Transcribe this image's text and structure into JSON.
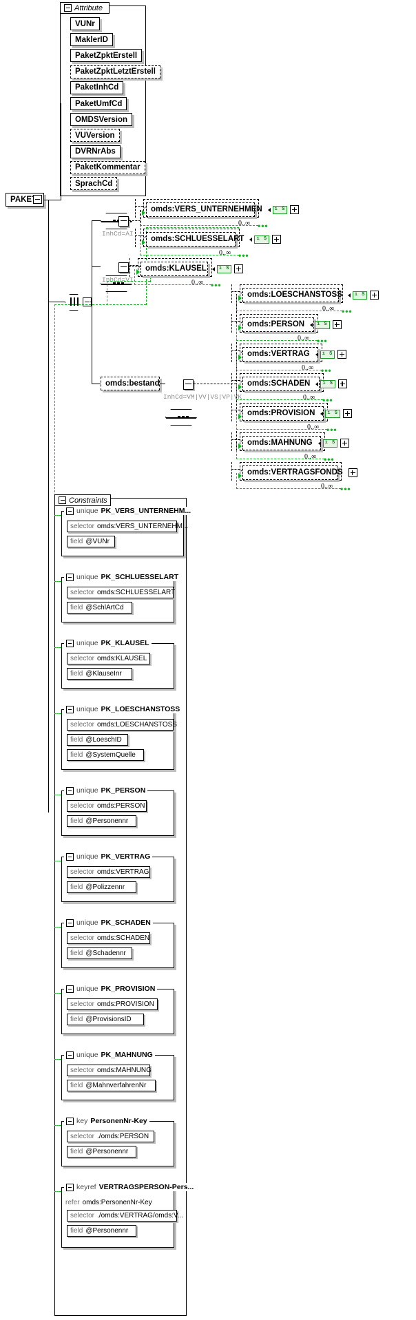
{
  "root": {
    "label": "PAKET"
  },
  "attribute_panel": {
    "title": "Attribute",
    "items": [
      {
        "label": "VUNr",
        "optional": false
      },
      {
        "label": "MaklerID",
        "optional": false
      },
      {
        "label": "PaketZpktErstell",
        "optional": false
      },
      {
        "label": "PaketZpktLetztErstell",
        "optional": true
      },
      {
        "label": "PaketInhCd",
        "optional": false
      },
      {
        "label": "PaketUmfCd",
        "optional": false
      },
      {
        "label": "OMDSVersion",
        "optional": false
      },
      {
        "label": "VUVersion",
        "optional": true
      },
      {
        "label": "DVRNrAbs",
        "optional": false
      },
      {
        "label": "PaketKommentar",
        "optional": true
      },
      {
        "label": "SprachCd",
        "optional": true
      }
    ]
  },
  "content": {
    "groups": [
      {
        "compositor": "sequence",
        "condition": "InhCd=AI",
        "elements": [
          {
            "label": "omds:VERS_UNTERNEHMEN",
            "badge": "i S",
            "occurs": "0..∞"
          },
          {
            "label": "omds:SCHLUESSELART",
            "badge": "i S",
            "occurs": "0..∞"
          }
        ]
      },
      {
        "compositor": "sequence",
        "condition": "InhCd=VI",
        "elements": [
          {
            "label": "omds:KLAUSEL",
            "badge": "i S",
            "occurs": "0..∞"
          }
        ]
      },
      {
        "compositor": "sequence",
        "parent_label": "omds:bestand",
        "condition": "InhCd=VM|VV|VS|VP|VK",
        "elements": [
          {
            "label": "omds:LOESCHANSTOSS",
            "badge": "i S",
            "occurs": "0..∞"
          },
          {
            "label": "omds:PERSON",
            "badge": "i S",
            "occurs": "0..∞"
          },
          {
            "label": "omds:VERTRAG",
            "badge": "i S",
            "occurs": "0..∞"
          },
          {
            "label": "omds:SCHADEN",
            "badge": "i S",
            "occurs": "0..∞"
          },
          {
            "label": "omds:PROVISION",
            "badge": "i S",
            "occurs": "0..∞"
          },
          {
            "label": "omds:MAHNUNG",
            "badge": "i S",
            "occurs": "0..∞"
          },
          {
            "label": "omds:VERTRAGSFONDS",
            "badge": "i S",
            "occurs": "0..∞"
          }
        ]
      }
    ]
  },
  "constraints_panel": {
    "title": "Constraints",
    "items": [
      {
        "kind": "unique",
        "name": "PK_VERS_UNTERNEHM...",
        "rows": [
          {
            "key": "selector",
            "value": "omds:VERS_UNTERNEHM..."
          },
          {
            "key": "field",
            "value": "@VUNr"
          }
        ]
      },
      {
        "kind": "unique",
        "name": "PK_SCHLUESSELART",
        "rows": [
          {
            "key": "selector",
            "value": "omds:SCHLUESSELART"
          },
          {
            "key": "field",
            "value": "@SchlArtCd"
          }
        ]
      },
      {
        "kind": "unique",
        "name": "PK_KLAUSEL",
        "rows": [
          {
            "key": "selector",
            "value": "omds:KLAUSEL"
          },
          {
            "key": "field",
            "value": "@KlauseInr"
          }
        ]
      },
      {
        "kind": "unique",
        "name": "PK_LOESCHANSTOSS",
        "rows": [
          {
            "key": "selector",
            "value": "omds:LOESCHANSTOSS"
          },
          {
            "key": "field",
            "value": "@LoeschID"
          },
          {
            "key": "field",
            "value": "@SystemQuelle"
          }
        ]
      },
      {
        "kind": "unique",
        "name": "PK_PERSON",
        "rows": [
          {
            "key": "selector",
            "value": "omds:PERSON"
          },
          {
            "key": "field",
            "value": "@Personennr"
          }
        ]
      },
      {
        "kind": "unique",
        "name": "PK_VERTRAG",
        "rows": [
          {
            "key": "selector",
            "value": "omds:VERTRAG"
          },
          {
            "key": "field",
            "value": "@Polizzennr"
          }
        ]
      },
      {
        "kind": "unique",
        "name": "PK_SCHADEN",
        "rows": [
          {
            "key": "selector",
            "value": "omds:SCHADEN"
          },
          {
            "key": "field",
            "value": "@Schadennr"
          }
        ]
      },
      {
        "kind": "unique",
        "name": "PK_PROVISION",
        "rows": [
          {
            "key": "selector",
            "value": "omds:PROVISION"
          },
          {
            "key": "field",
            "value": "@ProvisionsID"
          }
        ]
      },
      {
        "kind": "unique",
        "name": "PK_MAHNUNG",
        "rows": [
          {
            "key": "selector",
            "value": "omds:MAHNUNG"
          },
          {
            "key": "field",
            "value": "@MahnverfahrenNr"
          }
        ]
      },
      {
        "kind": "key",
        "name": "PersonenNr-Key",
        "rows": [
          {
            "key": "selector",
            "value": "./omds:PERSON"
          },
          {
            "key": "field",
            "value": "@Personennr"
          }
        ]
      },
      {
        "kind": "keyref",
        "name": "VERTRAGSPERSON-Pers...",
        "refer": {
          "key": "refer",
          "value": "omds:PersonenNr-Key"
        },
        "rows": [
          {
            "key": "selector",
            "value": "./omds:VERTRAG/omds:V..."
          },
          {
            "key": "field",
            "value": "@Personennr"
          }
        ]
      }
    ]
  },
  "colors": {
    "accent_green": "#12b422",
    "badge_bg": "#e4f5e4",
    "shadow": "#bdbdbd",
    "muted": "#8d8d8d"
  }
}
